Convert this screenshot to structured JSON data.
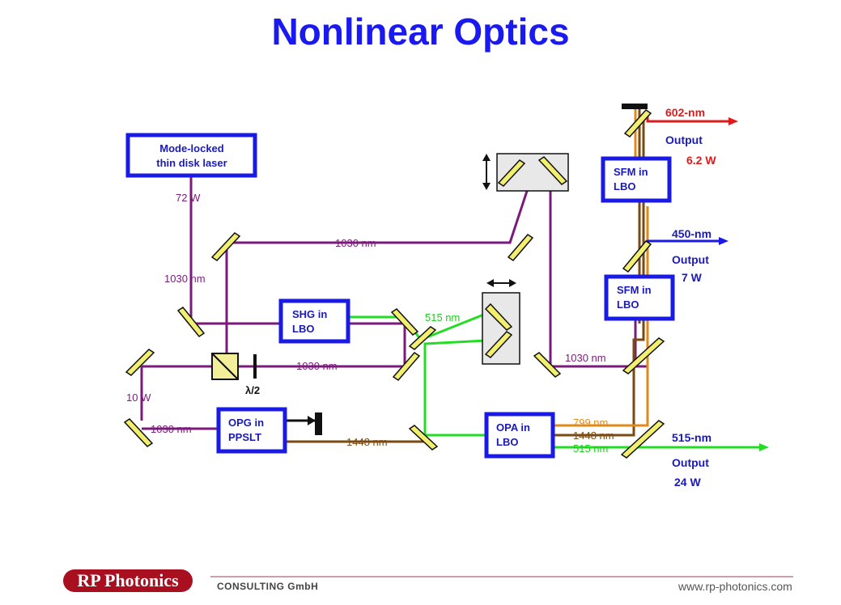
{
  "title": "Nonlinear Optics",
  "boxes": {
    "laser": "Mode-locked",
    "laser2": "thin disk laser",
    "shg1": "SHG in",
    "shg2": "LBO",
    "opg1": "OPG in",
    "opg2": "PPSLT",
    "opa1": "OPA in",
    "opa2": "LBO",
    "sfm_top1": "SFM in",
    "sfm_top2": "LBO",
    "sfm_mid1": "SFM in",
    "sfm_mid2": "LBO"
  },
  "labels": {
    "p72": "72 W",
    "nm1030_a": "1030 nm",
    "nm1030_b": "1030 nm",
    "nm1030_c": "1030 nm",
    "nm1030_d": "1030 nm",
    "nm1030_e": "1030 nm",
    "p10": "10 W",
    "halfwave": "λ/2",
    "nm515": "515 nm",
    "nm1448": "1448 nm",
    "nm799": "799 nm",
    "nm1448_b": "1448 nm",
    "nm515_b": "515 nm"
  },
  "outputs": {
    "o602": "602-nm",
    "o602_out": "Output",
    "o602_w": "6.2 W",
    "o450": "450-nm",
    "o450_out": "Output",
    "o450_w": "7 W",
    "o515": "515-nm",
    "o515_out": "Output",
    "o515_w": "24 W"
  },
  "footer": {
    "logo": "RP Photonics",
    "consulting": "CONSULTING GmbH",
    "url": "www.rp-photonics.com"
  },
  "colors": {
    "title": "#1a1af0",
    "box": "#1a1ae6",
    "ir": "#7a1a7a",
    "green": "#22dd22",
    "brown": "#7a4a10",
    "orange": "#e08a1a",
    "red": "#e01a1a",
    "blue": "#1a1ae6"
  }
}
